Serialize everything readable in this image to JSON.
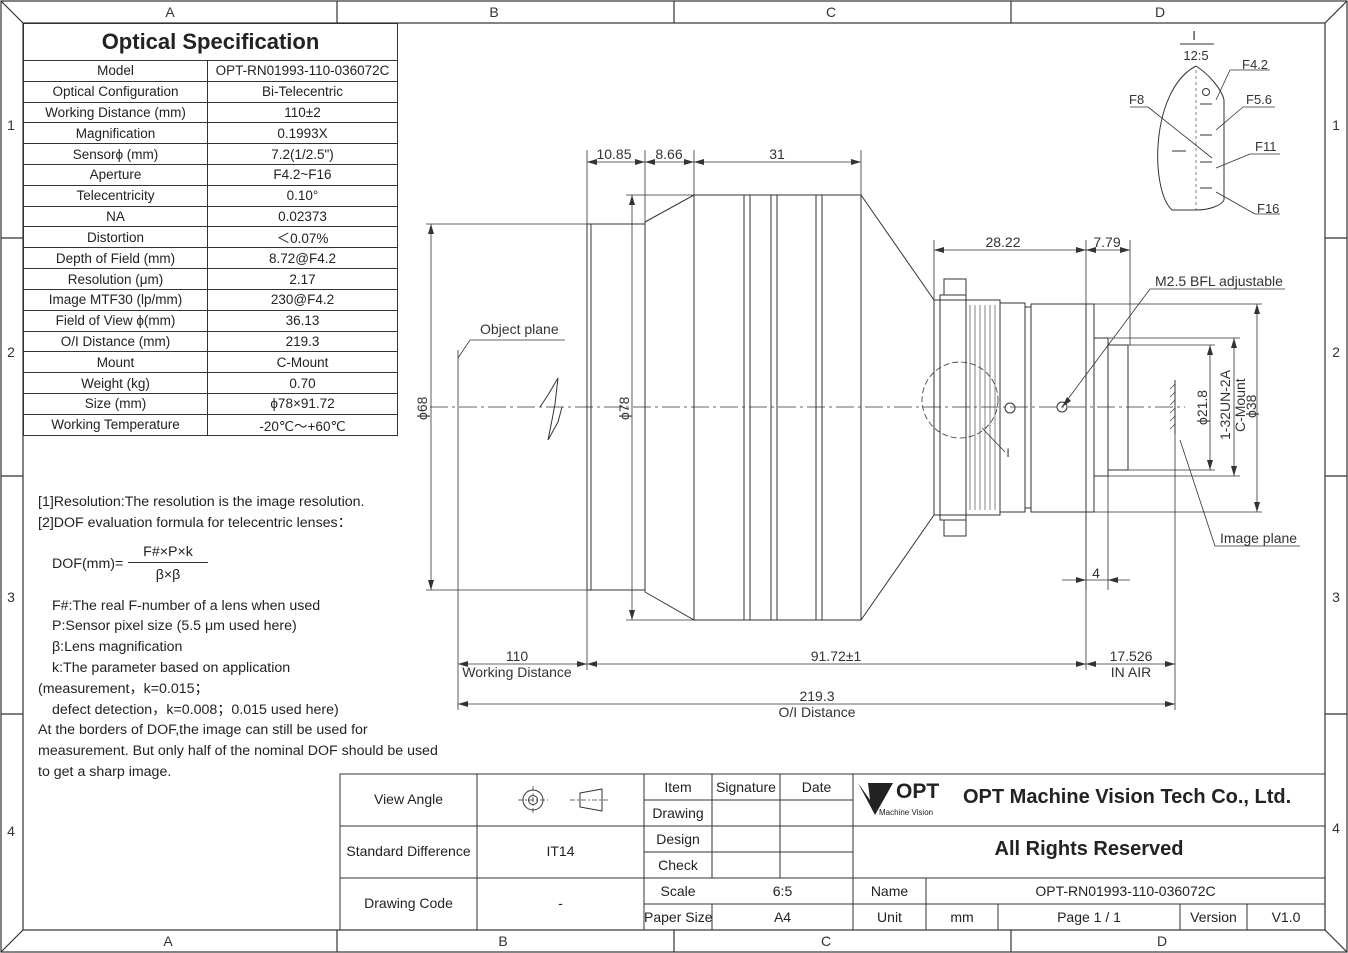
{
  "border": {
    "columns": [
      "A",
      "B",
      "C",
      "D"
    ],
    "rows": [
      "1",
      "2",
      "3",
      "4"
    ]
  },
  "spec": {
    "title": "Optical Specification",
    "rows": [
      {
        "label": "Model",
        "value": "OPT-RN01993-110-036072C"
      },
      {
        "label": "Optical Configuration",
        "value": "Bi-Telecentric"
      },
      {
        "label": "Working Distance (mm)",
        "value": "110±2"
      },
      {
        "label": "Magnification",
        "value": "0.1993X"
      },
      {
        "label": "Sensorϕ (mm)",
        "value": "7.2(1/2.5\")"
      },
      {
        "label": "Aperture",
        "value": "F4.2~F16"
      },
      {
        "label": "Telecentricity",
        "value": "0.10°"
      },
      {
        "label": "NA",
        "value": "0.02373"
      },
      {
        "label": "Distortion",
        "value": "＜0.07%"
      },
      {
        "label": "Depth of Field (mm)",
        "value": "8.72@F4.2"
      },
      {
        "label": "Resolution (μm)",
        "value": "2.17"
      },
      {
        "label": "Image MTF30 (lp/mm)",
        "value": "230@F4.2"
      },
      {
        "label": "Field of View ϕ(mm)",
        "value": "36.13"
      },
      {
        "label": "O/I Distance (mm)",
        "value": "219.3"
      },
      {
        "label": "Mount",
        "value": "C-Mount"
      },
      {
        "label": "Weight (kg)",
        "value": "0.70"
      },
      {
        "label": "Size (mm)",
        "value": "ϕ78×91.72"
      },
      {
        "label": "Working Temperature",
        "value": "-20℃～+60℃"
      }
    ]
  },
  "notes": {
    "line1": "[1]Resolution:The resolution is  the image resolution.",
    "line2": "[2]DOF evaluation formula for telecentric lenses：",
    "formula_lhs": "DOF(mm)=",
    "formula_num": "F#×P×k",
    "formula_den": "β×β",
    "def_f": "F#:The real F-number of a lens when used",
    "def_p": "P:Sensor pixel size (5.5 μm used here)",
    "def_b": "β:Lens magnification",
    "def_k": "k:The parameter based on application",
    "def_k2": "(measurement，k=0.015；",
    "def_k3": "defect detection，k=0.008；0.015 used here)",
    "tail1": "At the borders of DOF,the image can still be used for",
    "tail2": "measurement. But only half of the nominal DOF should be used",
    "tail3": "to get a sharp image."
  },
  "drawing": {
    "dim_top_1": "10.85",
    "dim_top_2": "8.66",
    "dim_top_3": "31",
    "dim_right_1": "28.22",
    "dim_right_2": "7.79",
    "dia_68": "ϕ68",
    "dia_78": "ϕ78",
    "dia_21_8": "ϕ21.8",
    "thread": "1-32UN-2A",
    "cmount": "C-Mount",
    "dia_38": "ϕ38",
    "dim_4": "4",
    "object_plane": "Object plane",
    "image_plane": "Image plane",
    "bfl_note": "M2.5 BFL adjustable",
    "wd_value": "110",
    "wd_label": "Working Distance",
    "len_value": "91.72±1",
    "air_value": "17.526",
    "air_label": "IN AIR",
    "oi_value": "219.3",
    "oi_label": "O/I Distance",
    "detail_marker": "I",
    "detail_title": "I",
    "detail_scale": "12:5",
    "f42": "F4.2",
    "f56": "F5.6",
    "f8": "F8",
    "f11": "F11",
    "f16": "F16"
  },
  "title_block": {
    "view_angle": "View Angle",
    "standard_difference": "Standard Difference",
    "std_value": "IT14",
    "drawing_code": "Drawing Code",
    "code_value": "-",
    "item": "Item",
    "signature": "Signature",
    "date": "Date",
    "drawing": "Drawing",
    "design": "Design",
    "check": "Check",
    "scale": "Scale",
    "scale_value": "6:5",
    "paper_size": "Paper Size",
    "paper_value": "A4",
    "logo_text": "OPT",
    "logo_sub": "Machine Vision",
    "company": "OPT Machine Vision Tech Co., Ltd.",
    "rights": "All Rights Reserved",
    "name_label": "Name",
    "name_value": "OPT-RN01993-110-036072C",
    "unit_label": "Unit",
    "unit_value": "mm",
    "page_value": "Page  1 / 1",
    "version_label": "Version",
    "version_value": "V1.0"
  }
}
